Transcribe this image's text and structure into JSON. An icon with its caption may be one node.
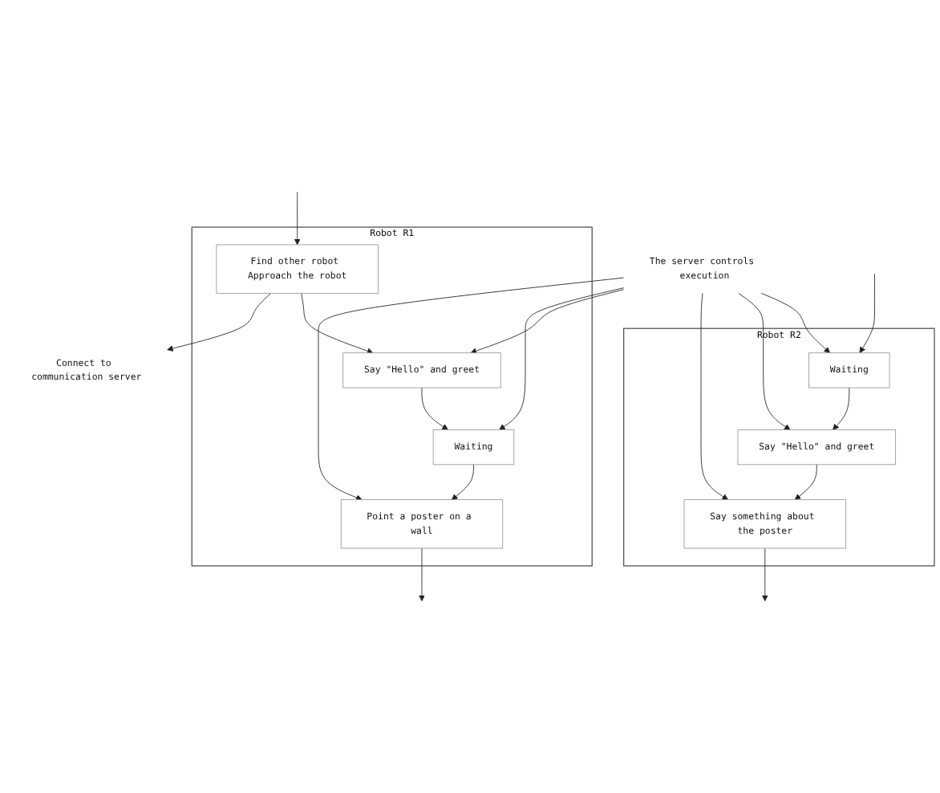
{
  "diagram": {
    "nodes": [
      {
        "text": [
          "Robot R1"
        ]
      },
      {
        "text": [
          "Find other robot Approach the robot"
        ],
        "in": 0
      },
      {
        "text": [
          "Say \"Hello\" and greet"
        ],
        "in": 0
      },
      {
        "text": [
          "Waiting"
        ],
        "in": 0
      },
      {
        "text": [
          "Point a poster on a wall"
        ],
        "in": 0
      },
      {
        "text": [
          "Robot R2"
        ]
      },
      {
        "text": [
          "Waiting"
        ],
        "in": 5
      },
      {
        "text": [
          "Say \"Hello\" and greet"
        ],
        "in": 5
      },
      {
        "text": [
          "Say something about the poster"
        ],
        "in": 5
      },
      {
        "text": [
          "Connect to communication server"
        ]
      },
      {
        "text": [
          "The server controls execution"
        ]
      }
    ],
    "edges": [
      {
        "from": null,
        "to": 1,
        "arrow": "to"
      },
      {
        "from": 1,
        "to": 2,
        "arrow": "to"
      },
      {
        "from": 2,
        "to": 3,
        "arrow": "to"
      },
      {
        "from": 3,
        "to": 4,
        "arrow": "to"
      },
      {
        "from": 4,
        "to": null,
        "arrow": "to"
      },
      {
        "from": 1,
        "to": 9,
        "arrow": "to"
      },
      {
        "from": null,
        "to": 6,
        "arrow": "to"
      },
      {
        "from": 6,
        "to": 7,
        "arrow": "to"
      },
      {
        "from": 7,
        "to": 8,
        "arrow": "to"
      },
      {
        "from": 8,
        "to": null,
        "arrow": "to"
      },
      {
        "from": 10,
        "to": 2,
        "arrow": "to"
      },
      {
        "from": 10,
        "to": 3,
        "arrow": "to"
      },
      {
        "from": 10,
        "to": 4,
        "arrow": "to"
      },
      {
        "from": 10,
        "to": 6,
        "arrow": "to"
      },
      {
        "from": 10,
        "to": 7,
        "arrow": "to"
      },
      {
        "from": 10,
        "to": 8,
        "arrow": "to"
      }
    ]
  }
}
